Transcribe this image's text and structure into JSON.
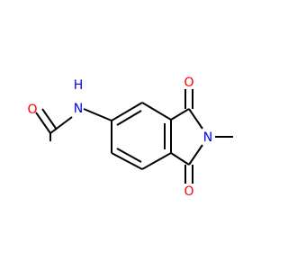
{
  "molecule": {
    "colors": {
      "bond": "#000000",
      "oxygen": "#ff0000",
      "nitrogen": "#0000ff"
    },
    "atoms": {
      "o_formyl": {
        "symbol": "O",
        "color": "#ff0000"
      },
      "nh_amide": {
        "symbol": "N",
        "hydrogen": "H",
        "color": "#0000ff"
      },
      "o_top": {
        "symbol": "O",
        "color": "#ff0000"
      },
      "n_imide": {
        "symbol": "N",
        "color": "#0000ff"
      },
      "o_bottom": {
        "symbol": "O",
        "color": "#ff0000"
      }
    }
  }
}
